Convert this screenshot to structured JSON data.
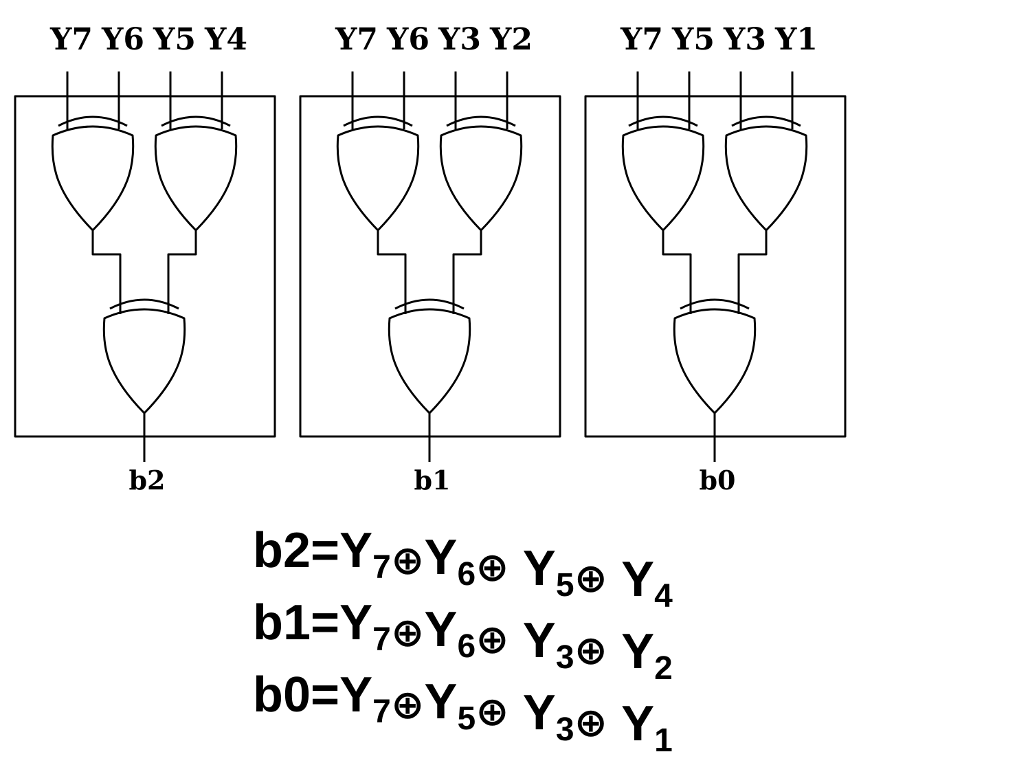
{
  "blocks": [
    {
      "inputs": [
        "Y7",
        "Y6",
        "Y5",
        "Y4"
      ],
      "output": "b2"
    },
    {
      "inputs": [
        "Y7",
        "Y6",
        "Y3",
        "Y2"
      ],
      "output": "b1"
    },
    {
      "inputs": [
        "Y7",
        "Y5",
        "Y3",
        "Y1"
      ],
      "output": "b0"
    }
  ],
  "equations": [
    {
      "lhs": "b2=",
      "terms": [
        {
          "var": "Y",
          "sub": "7"
        },
        {
          "var": "Y",
          "sub": "6"
        },
        {
          "var": "Y",
          "sub": "5"
        },
        {
          "var": "Y",
          "sub": "4"
        }
      ]
    },
    {
      "lhs": "b1=",
      "terms": [
        {
          "var": "Y",
          "sub": "7"
        },
        {
          "var": "Y",
          "sub": "6"
        },
        {
          "var": "Y",
          "sub": "3"
        },
        {
          "var": "Y",
          "sub": "2"
        }
      ]
    },
    {
      "lhs": "b0=",
      "terms": [
        {
          "var": "Y",
          "sub": "7"
        },
        {
          "var": "Y",
          "sub": "5"
        },
        {
          "var": "Y",
          "sub": "3"
        },
        {
          "var": "Y",
          "sub": "1"
        }
      ]
    }
  ],
  "xor_symbol": "⊕"
}
